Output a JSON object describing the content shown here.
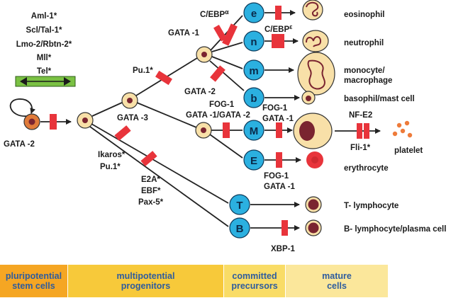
{
  "regulators": [
    "Aml-1*",
    "Scl/Tal-1*",
    "Lmo-2/Rbtn-2*",
    "Mll*",
    "Tel*"
  ],
  "labels": {
    "gata2_stem": "GATA -2",
    "pu1": "Pu.1*",
    "gata3": "GATA -3",
    "gata1_top": "GATA -1",
    "cebpa_base": "C/EBP",
    "cebpa_sub": "α",
    "cebpe_base": "C/EBP",
    "cebpe_sub": "ε",
    "gata2_mid": "GATA -2",
    "fog1_a": "FOG-1",
    "gata1_gata2": "GATA -1/GATA -2",
    "fog1_b": "FOG-1",
    "gata1_b": "GATA -1",
    "nfe2": "NF-E2",
    "fli1": "Fli-1*",
    "fog1_c": "FOG-1",
    "gata1_c": "GATA -1",
    "ikaros": "Ikaros*",
    "pu1_b": "Pu.1*",
    "e2a": "E2A*",
    "ebf": "EBF*",
    "pax5": "Pax-5*",
    "xbp1": "XBP-1"
  },
  "nodes": [
    "e",
    "n",
    "m",
    "b",
    "M",
    "E",
    "T",
    "B"
  ],
  "outputs": {
    "eosinophil": "eosinophil",
    "neutrophil": "neutrophil",
    "monocyte": "monocyte/",
    "macrophage": "macrophage",
    "basophil": "basophil/mast cell",
    "platelet": "platelet",
    "erythrocyte": "erythrocyte",
    "t_lymph": "T- lymphocyte",
    "b_lymph": "B- lymphocyte/plasma cell"
  },
  "stages": [
    {
      "label": "pluripotential\nstem cells",
      "color": "#f5a623"
    },
    {
      "label": "multipotential\nprogenitors",
      "color": "#f7c93a"
    },
    {
      "label": "committed\nprecursors",
      "color": "#f9dc66"
    },
    {
      "label": "mature\ncells",
      "color": "#fbe79b"
    }
  ],
  "colors": {
    "block": "#e8343b",
    "node": "#2bb0e0",
    "cell_body": "#f8e0a8",
    "nucleus": "#7a2430",
    "stem_cell": "#e07b3a",
    "double_arrow": "#7ac143",
    "stage_text": "#2e5c9e"
  }
}
